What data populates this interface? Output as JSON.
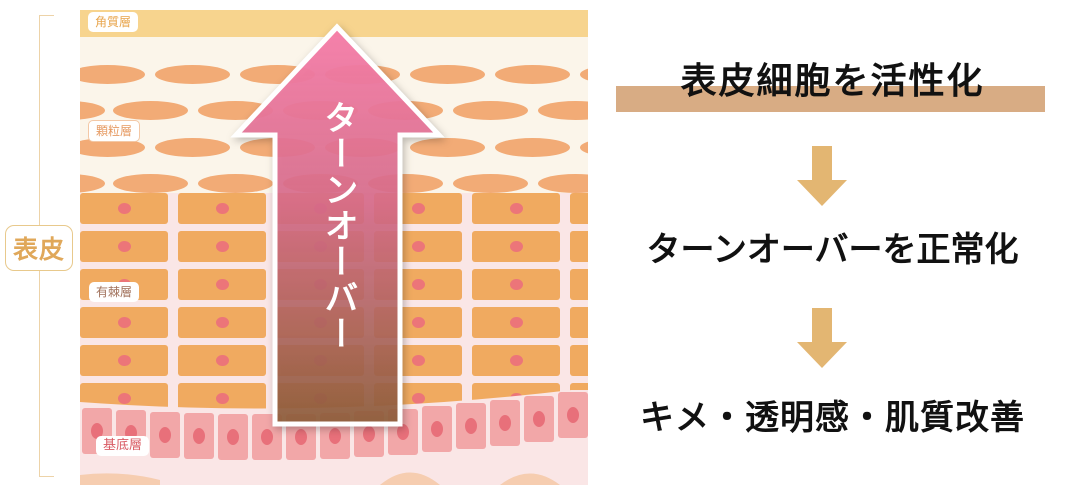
{
  "diagram": {
    "title_group": "表皮",
    "layers": {
      "corneum": "角質層",
      "granular": "顆粒層",
      "spinous": "有棘層",
      "basal": "基底層"
    },
    "arrow_label": "ターンオーバー",
    "colors": {
      "corneum": "#F7D48E",
      "granular_bg": "#FBF5EA",
      "granular_cells": "#F2AB76",
      "spinous_cells": "#F0AA60",
      "spinous_gaps": "#FAE6E6",
      "basal_cells": "#F2A7A8",
      "nucleus": "#EC7579",
      "arrow_top": "#F77FAA",
      "arrow_bottom": "#8E5E3A",
      "bracket": "#EDD3A8",
      "flow_arrow": "#E3B672",
      "highlight": "#D8AC84"
    }
  },
  "flow": {
    "steps": [
      "表皮細胞を活性化",
      "ターンオーバーを正常化",
      "キメ・透明感・肌質改善"
    ]
  }
}
